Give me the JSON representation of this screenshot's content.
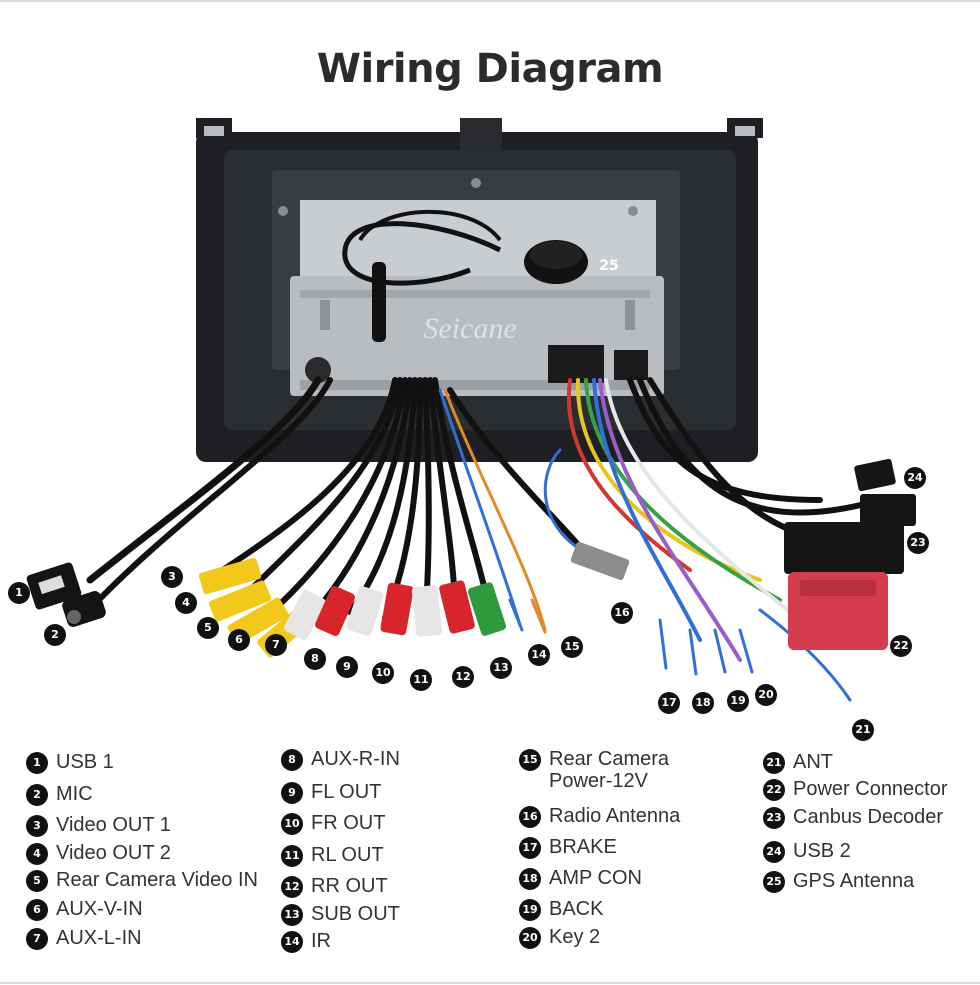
{
  "title": "Wiring Diagram",
  "watermark": "Seicane",
  "legend": [
    {
      "n": "1",
      "label": "USB 1"
    },
    {
      "n": "2",
      "label": "MIC"
    },
    {
      "n": "3",
      "label": "Video OUT 1"
    },
    {
      "n": "4",
      "label": "Video OUT 2"
    },
    {
      "n": "5",
      "label": "Rear Camera Video IN"
    },
    {
      "n": "6",
      "label": "AUX-V-IN"
    },
    {
      "n": "7",
      "label": "AUX-L-IN"
    },
    {
      "n": "8",
      "label": "AUX-R-IN"
    },
    {
      "n": "9",
      "label": "FL OUT"
    },
    {
      "n": "10",
      "label": "FR OUT"
    },
    {
      "n": "11",
      "label": "RL OUT"
    },
    {
      "n": "12",
      "label": "RR OUT"
    },
    {
      "n": "13",
      "label": "SUB OUT"
    },
    {
      "n": "14",
      "label": "IR"
    },
    {
      "n": "15",
      "label": "Rear Camera\nPower-12V"
    },
    {
      "n": "16",
      "label": "Radio Antenna"
    },
    {
      "n": "17",
      "label": "BRAKE"
    },
    {
      "n": "18",
      "label": "AMP CON"
    },
    {
      "n": "19",
      "label": "BACK"
    },
    {
      "n": "20",
      "label": "Key 2"
    },
    {
      "n": "21",
      "label": "ANT"
    },
    {
      "n": "22",
      "label": "Power Connector"
    },
    {
      "n": "23",
      "label": "Canbus Decoder"
    },
    {
      "n": "24",
      "label": "USB 2"
    },
    {
      "n": "25",
      "label": "GPS Antenna"
    }
  ]
}
